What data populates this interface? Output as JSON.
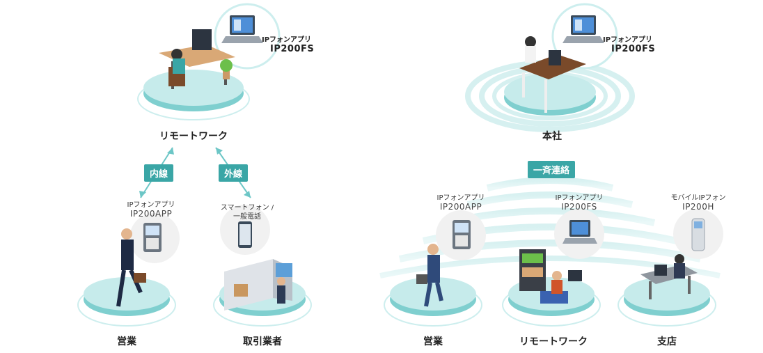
{
  "left": {
    "remote_label": "リモートワーク",
    "app_name": "IPフォンアプリ",
    "app_model": "IP200FS",
    "badge_internal": "内線",
    "badge_external": "外線",
    "sales_label": "営業",
    "sales_app_name": "IPフォンアプリ",
    "sales_app_model": "IP200APP",
    "vendor_label": "取引業者",
    "vendor_device_line1": "スマートフォン /",
    "vendor_device_line2": "一般電話"
  },
  "right": {
    "hq_label": "本社",
    "hq_app_name": "IPフォンアプリ",
    "hq_app_model": "IP200FS",
    "broadcast_badge": "一斉連絡",
    "sales_label": "営業",
    "sales_app_name": "IPフォンアプリ",
    "sales_app_model": "IP200APP",
    "remote_label": "リモートワーク",
    "remote_app_name": "IPフォンアプリ",
    "remote_app_model": "IP200FS",
    "branch_label": "支店",
    "branch_device_name": "モバイルIPフォン",
    "branch_device_model": "IP200H"
  },
  "colors": {
    "teal": "#3aa6a6",
    "platform_top": "#bfe6e6",
    "platform_side": "#7fcfcf",
    "ring": "#cdeeee"
  }
}
